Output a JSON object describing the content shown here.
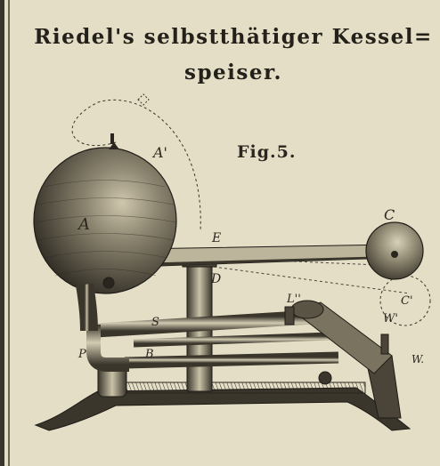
{
  "title": {
    "line1": "Riedel's selbstthätiger Kessel=",
    "line2": "speiser."
  },
  "figure_label": "Fig.5.",
  "labels": {
    "A_prime": "A'",
    "A": "A",
    "E": "E",
    "C": "C",
    "D": "D",
    "C_prime": "C'",
    "L_dprime": "L''",
    "W_prime": "W'",
    "S": "S",
    "P": "P",
    "B": "B",
    "W": "W."
  },
  "colors": {
    "paper": "#e4dec6",
    "ink": "#24211b"
  }
}
